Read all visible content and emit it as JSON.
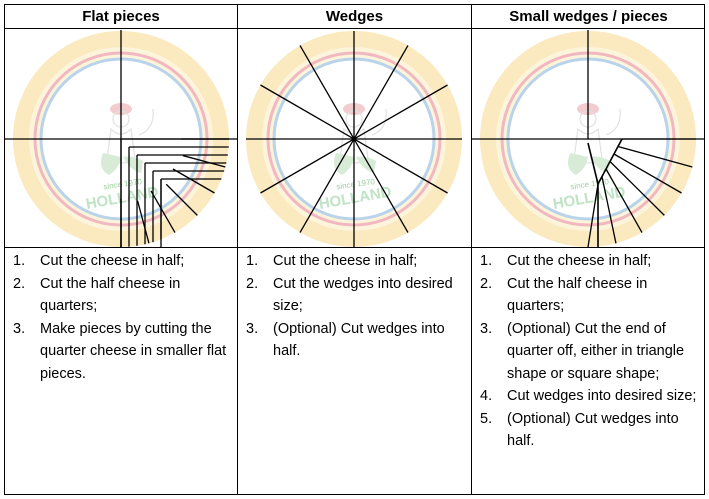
{
  "columns": [
    {
      "header": "Flat pieces",
      "steps": [
        {
          "num": "1.",
          "text": "Cut the cheese in half;"
        },
        {
          "num": "2.",
          "text": "Cut the half cheese in quarters;"
        },
        {
          "num": "3.",
          "text": "Make pieces by cutting the quarter cheese in smaller flat pieces."
        }
      ]
    },
    {
      "header": "Wedges",
      "steps": [
        {
          "num": "1.",
          "text": "Cut the cheese in half;"
        },
        {
          "num": "2.",
          "text": "Cut the wedges into desired size;"
        },
        {
          "num": "3.",
          "text": "(Optional) Cut wedges into half."
        }
      ]
    },
    {
      "header": "Small wedges / pieces",
      "steps": [
        {
          "num": "1.",
          "text": "Cut the cheese in half;"
        },
        {
          "num": "2.",
          "text": "Cut the half cheese in quarters;"
        },
        {
          "num": "3.",
          "text": "(Optional) Cut the end of quarter off, either in triangle shape or square shape;"
        },
        {
          "num": "4.",
          "text": "Cut wedges into desired size;"
        },
        {
          "num": "5.",
          "text": "(Optional) Cut wedges into half."
        }
      ]
    }
  ],
  "label": {
    "since": "since 1970",
    "brand": "HOLLAND"
  },
  "colors": {
    "rind": "#fbe9bf",
    "body": "#ffffff",
    "ring_red": "#f2b8c0",
    "ring_blue": "#b9d3ea",
    "brand_green": "#bfe3c4"
  }
}
